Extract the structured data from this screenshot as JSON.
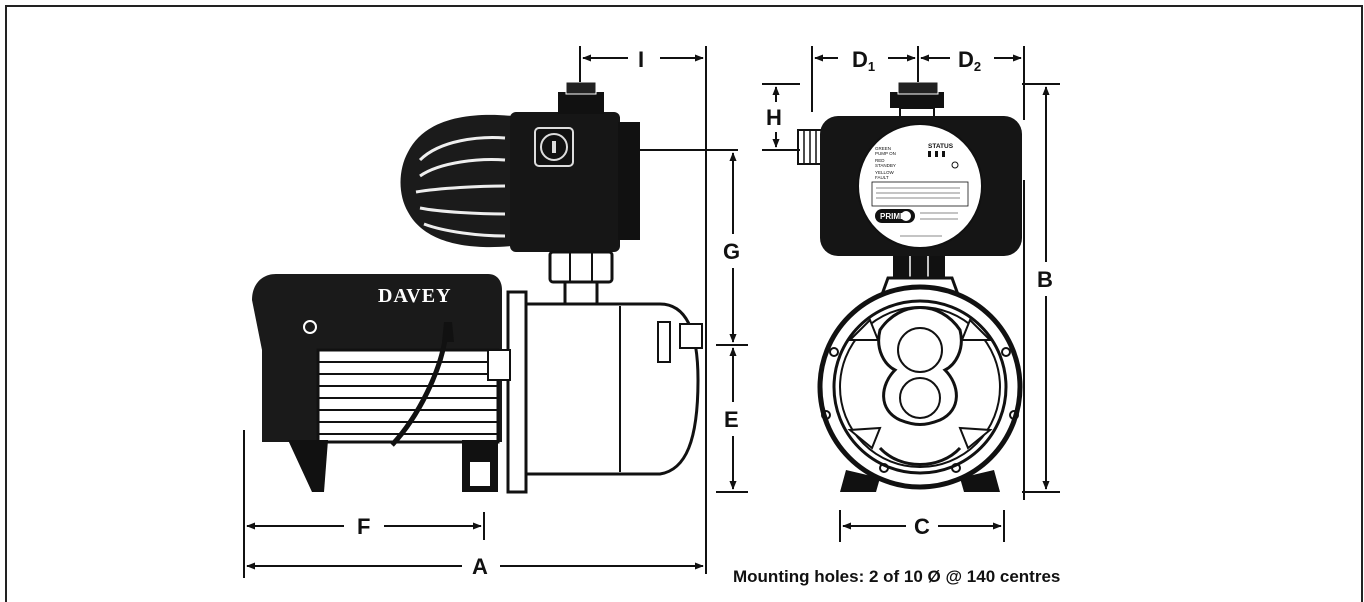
{
  "drawing": {
    "brand": "DAVEY",
    "panel": {
      "status_title": "STATUS",
      "green": "GREEN",
      "pump_on": "PUMP ON",
      "red": "RED",
      "standby": "STANDBY",
      "yellow": "YELLOW",
      "fault": "FAULT",
      "prime_button": "PRIME"
    },
    "dimension_labels": {
      "A": "A",
      "B": "B",
      "C": "C",
      "D1": "D",
      "D1_sub": "1",
      "D2": "D",
      "D2_sub": "2",
      "E": "E",
      "F": "F",
      "G": "G",
      "H": "H",
      "I": "I"
    },
    "note": "Mounting holes: 2 of 10 Ø @ 140 centres"
  }
}
